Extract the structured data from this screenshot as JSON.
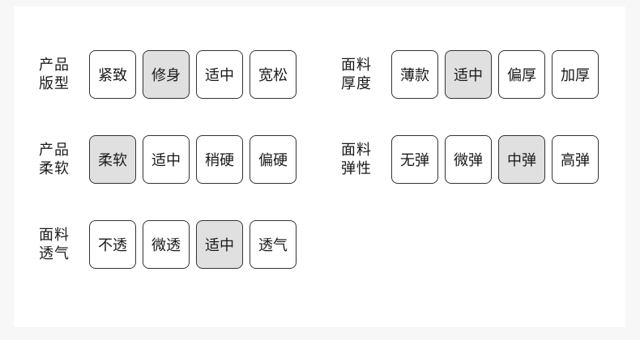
{
  "colors": {
    "page_bg": "#f7f7f7",
    "card_bg": "#ffffff",
    "button_border": "#333333",
    "button_text": "#1a1a1a",
    "selected_bg": "#e0e0e0",
    "label_text": "#1a1a1a"
  },
  "left": [
    {
      "id": "product-fit",
      "label_line1": "产品",
      "label_line2": "版型",
      "options": [
        {
          "label": "紧致",
          "selected": false
        },
        {
          "label": "修身",
          "selected": true
        },
        {
          "label": "适中",
          "selected": false
        },
        {
          "label": "宽松",
          "selected": false
        }
      ]
    },
    {
      "id": "product-softness",
      "label_line1": "产品",
      "label_line2": "柔软",
      "options": [
        {
          "label": "柔软",
          "selected": true
        },
        {
          "label": "适中",
          "selected": false
        },
        {
          "label": "稍硬",
          "selected": false
        },
        {
          "label": "偏硬",
          "selected": false
        }
      ]
    },
    {
      "id": "fabric-breathability",
      "label_line1": "面料",
      "label_line2": "透气",
      "options": [
        {
          "label": "不透",
          "selected": false
        },
        {
          "label": "微透",
          "selected": false
        },
        {
          "label": "适中",
          "selected": true
        },
        {
          "label": "透气",
          "selected": false
        }
      ]
    }
  ],
  "right": [
    {
      "id": "fabric-thickness",
      "label_line1": "面料",
      "label_line2": "厚度",
      "options": [
        {
          "label": "薄款",
          "selected": false
        },
        {
          "label": "适中",
          "selected": true
        },
        {
          "label": "偏厚",
          "selected": false
        },
        {
          "label": "加厚",
          "selected": false
        }
      ]
    },
    {
      "id": "fabric-elasticity",
      "label_line1": "面料",
      "label_line2": "弹性",
      "options": [
        {
          "label": "无弹",
          "selected": false
        },
        {
          "label": "微弹",
          "selected": false
        },
        {
          "label": "中弹",
          "selected": true
        },
        {
          "label": "高弹",
          "selected": false
        }
      ]
    }
  ]
}
